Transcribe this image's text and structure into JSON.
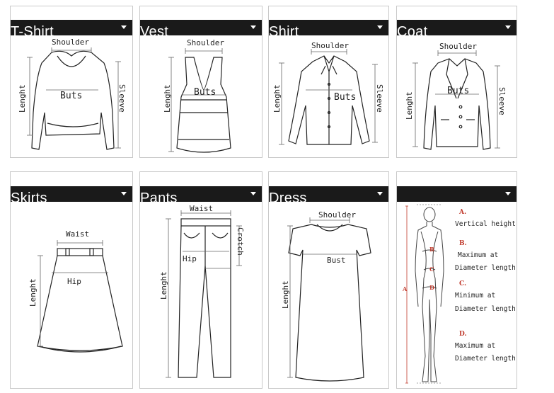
{
  "cards": {
    "tshirt": {
      "title": "T-Shirt",
      "shoulder": "Shoulder",
      "lenght": "Lenght",
      "sleeve": "Sleeve",
      "buts": "Buts"
    },
    "vest": {
      "title": "Vest",
      "shoulder": "Shoulder",
      "lenght": "Lenght",
      "buts": "Buts"
    },
    "shirt": {
      "title": "Shirt",
      "shoulder": "Shoulder",
      "lenght": "Lenght",
      "sleeve": "Sleeve",
      "buts": "Buts"
    },
    "coat": {
      "title": "Coat",
      "shoulder": "Shoulder",
      "lenght": "Lenght",
      "sleeve": "Sleeve",
      "buts": "Buts"
    },
    "skirts": {
      "title": "Skirts",
      "waist": "Waist",
      "hip": "Hip",
      "lenght": "Lenght"
    },
    "pants": {
      "title": "Pants",
      "waist": "Waist",
      "hip": "Hip",
      "crotch": "Crotch",
      "lenght": "Lenght"
    },
    "dress": {
      "title": "Dress",
      "shoulder": "Shoulder",
      "bust": "Bust",
      "lenght": "Lenght"
    },
    "body": {
      "title": "",
      "side_letter": "A",
      "markers": [
        "B",
        "C",
        "D"
      ],
      "legend": [
        {
          "letter": "A.",
          "lines": [
            "Vertical height"
          ]
        },
        {
          "letter": "B.",
          "lines": [
            "Maximum at",
            "Diameter length"
          ]
        },
        {
          "letter": "C.",
          "lines": [
            "Minimum at",
            "Diameter length"
          ]
        },
        {
          "letter": "D.",
          "lines": [
            "Maximum at",
            "Diameter length"
          ]
        }
      ]
    }
  }
}
